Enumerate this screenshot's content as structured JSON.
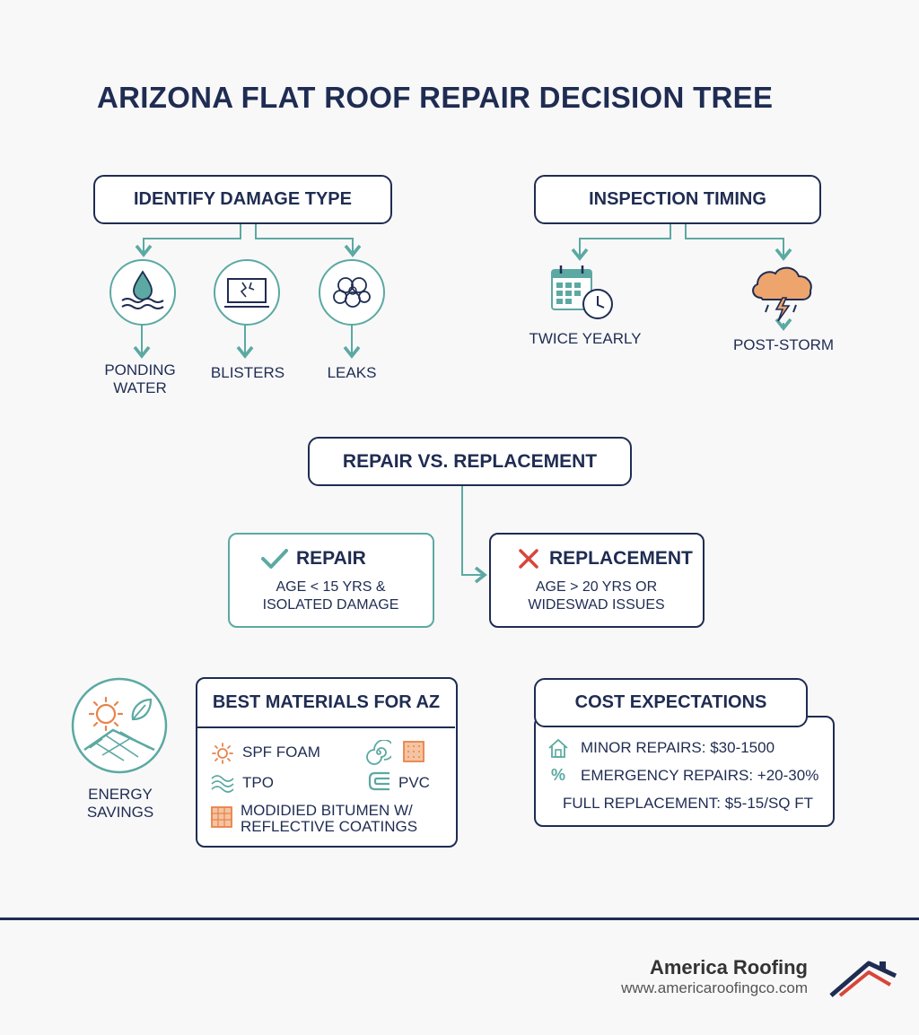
{
  "title": "ARIZONA FLAT ROOF REPAIR DECISION TREE",
  "damage": {
    "heading": "IDENTIFY DAMAGE TYPE",
    "items": [
      {
        "label": "PONDING\nWATER",
        "icon": "water-drop-icon"
      },
      {
        "label": "BLISTERS",
        "icon": "cracked-surface-icon"
      },
      {
        "label": "LEAKS",
        "icon": "bubbles-icon"
      }
    ]
  },
  "inspection": {
    "heading": "INSPECTION TIMING",
    "items": [
      {
        "label": "TWICE YEARLY",
        "icon": "calendar-clock-icon"
      },
      {
        "label": "POST-STORM",
        "icon": "storm-cloud-icon"
      }
    ]
  },
  "decision": {
    "heading": "REPAIR VS. REPLACEMENT",
    "repair": {
      "title": "REPAIR",
      "line1": "AGE < 15 YRS &",
      "line2": "ISOLATED DAMAGE",
      "icon": "check-icon"
    },
    "replacement": {
      "title": "REPLACEMENT",
      "line1": "AGE > 20 YRS OR",
      "line2": "WIDESWAD ISSUES",
      "icon": "x-icon"
    }
  },
  "energy": {
    "label": "ENERGY\nSAVINGS",
    "icon": "sun-leaf-roof-icon"
  },
  "materials": {
    "heading": "BEST MATERIALS FOR AZ",
    "spf": "SPF FOAM",
    "tpo": "TPO",
    "pvc": "PVC",
    "mod1": "MODIDIED BITUMEN W/",
    "mod2": "REFLECTIVE COATINGS"
  },
  "cost": {
    "heading": "COST EXPECTATIONS",
    "minor": "MINOR REPAIRS: $30-1500",
    "emergency": "EMERGENCY REPAIRS: +20-30%",
    "full": "FULL REPLACEMENT: $5-15/SQ FT"
  },
  "brand": {
    "name": "America Roofing",
    "url": "www.americaroofingco.com"
  },
  "colors": {
    "navy": "#1f2c52",
    "teal": "#5ba9a2",
    "orange": "#e8834a",
    "red": "#d9453a"
  }
}
